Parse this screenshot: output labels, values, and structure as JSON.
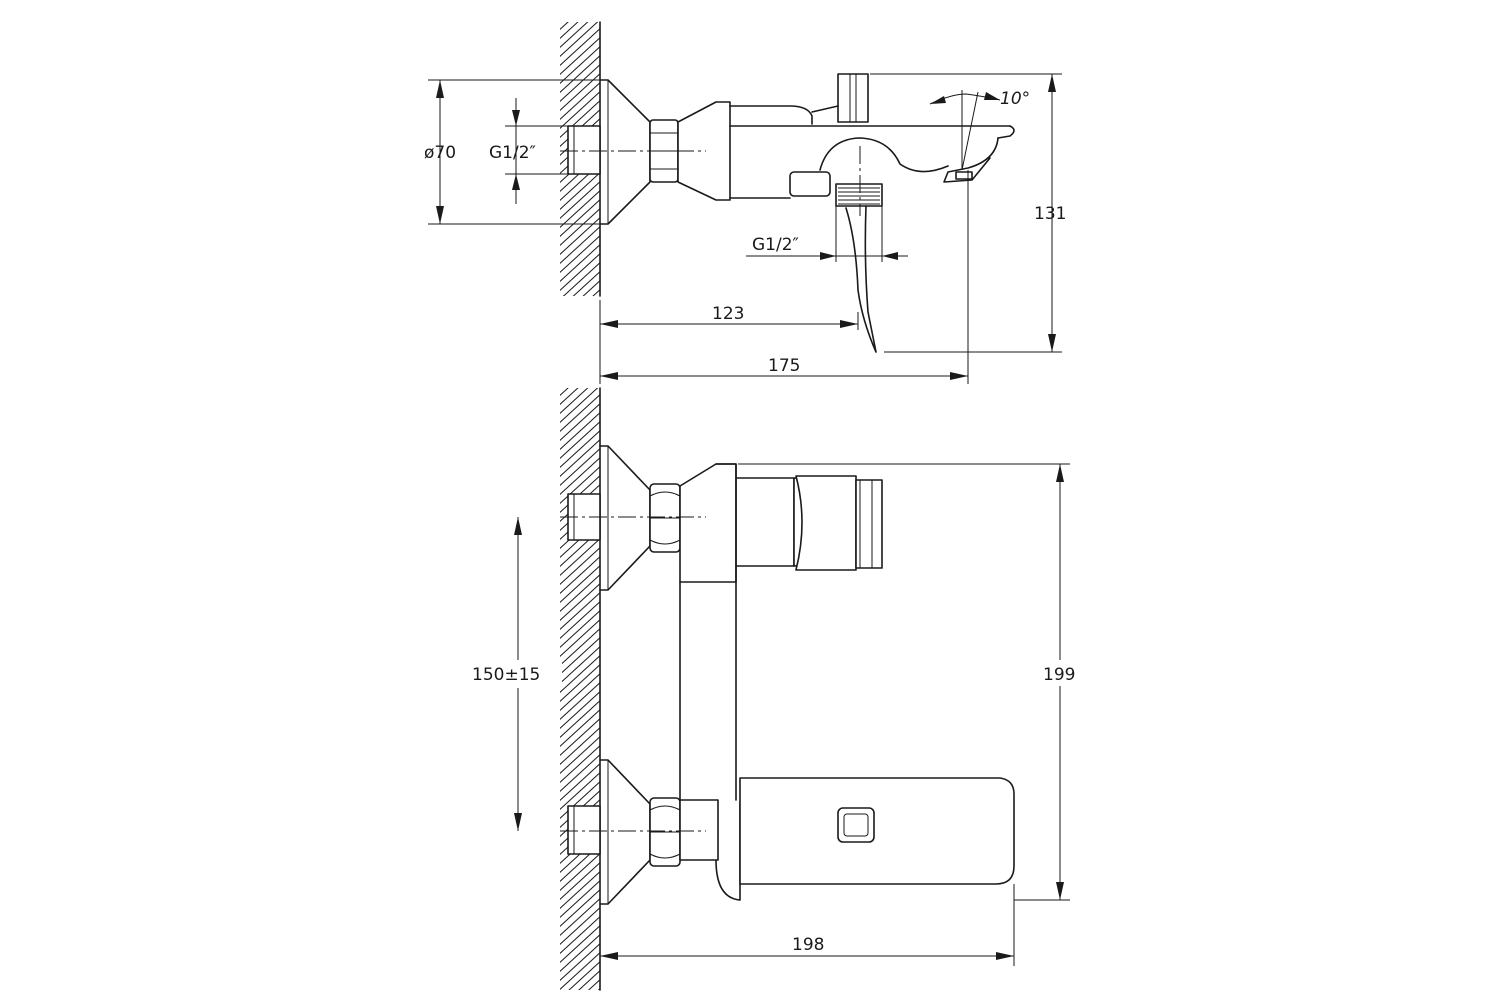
{
  "drawing": {
    "side_view": {
      "dim_flange_diameter": "ø70",
      "dim_inlet_thread": "G1/2″",
      "dim_outlet_thread": "G1/2″",
      "dim_spout_reach_to_outlet": "123",
      "dim_total_depth": "175",
      "dim_height": "131",
      "dim_lever_angle": "10°"
    },
    "front_view": {
      "dim_inlet_spacing": "150±15",
      "dim_height": "199",
      "dim_width": "198"
    },
    "colors": {
      "line": "#1a1a1a",
      "background": "#ffffff"
    }
  }
}
